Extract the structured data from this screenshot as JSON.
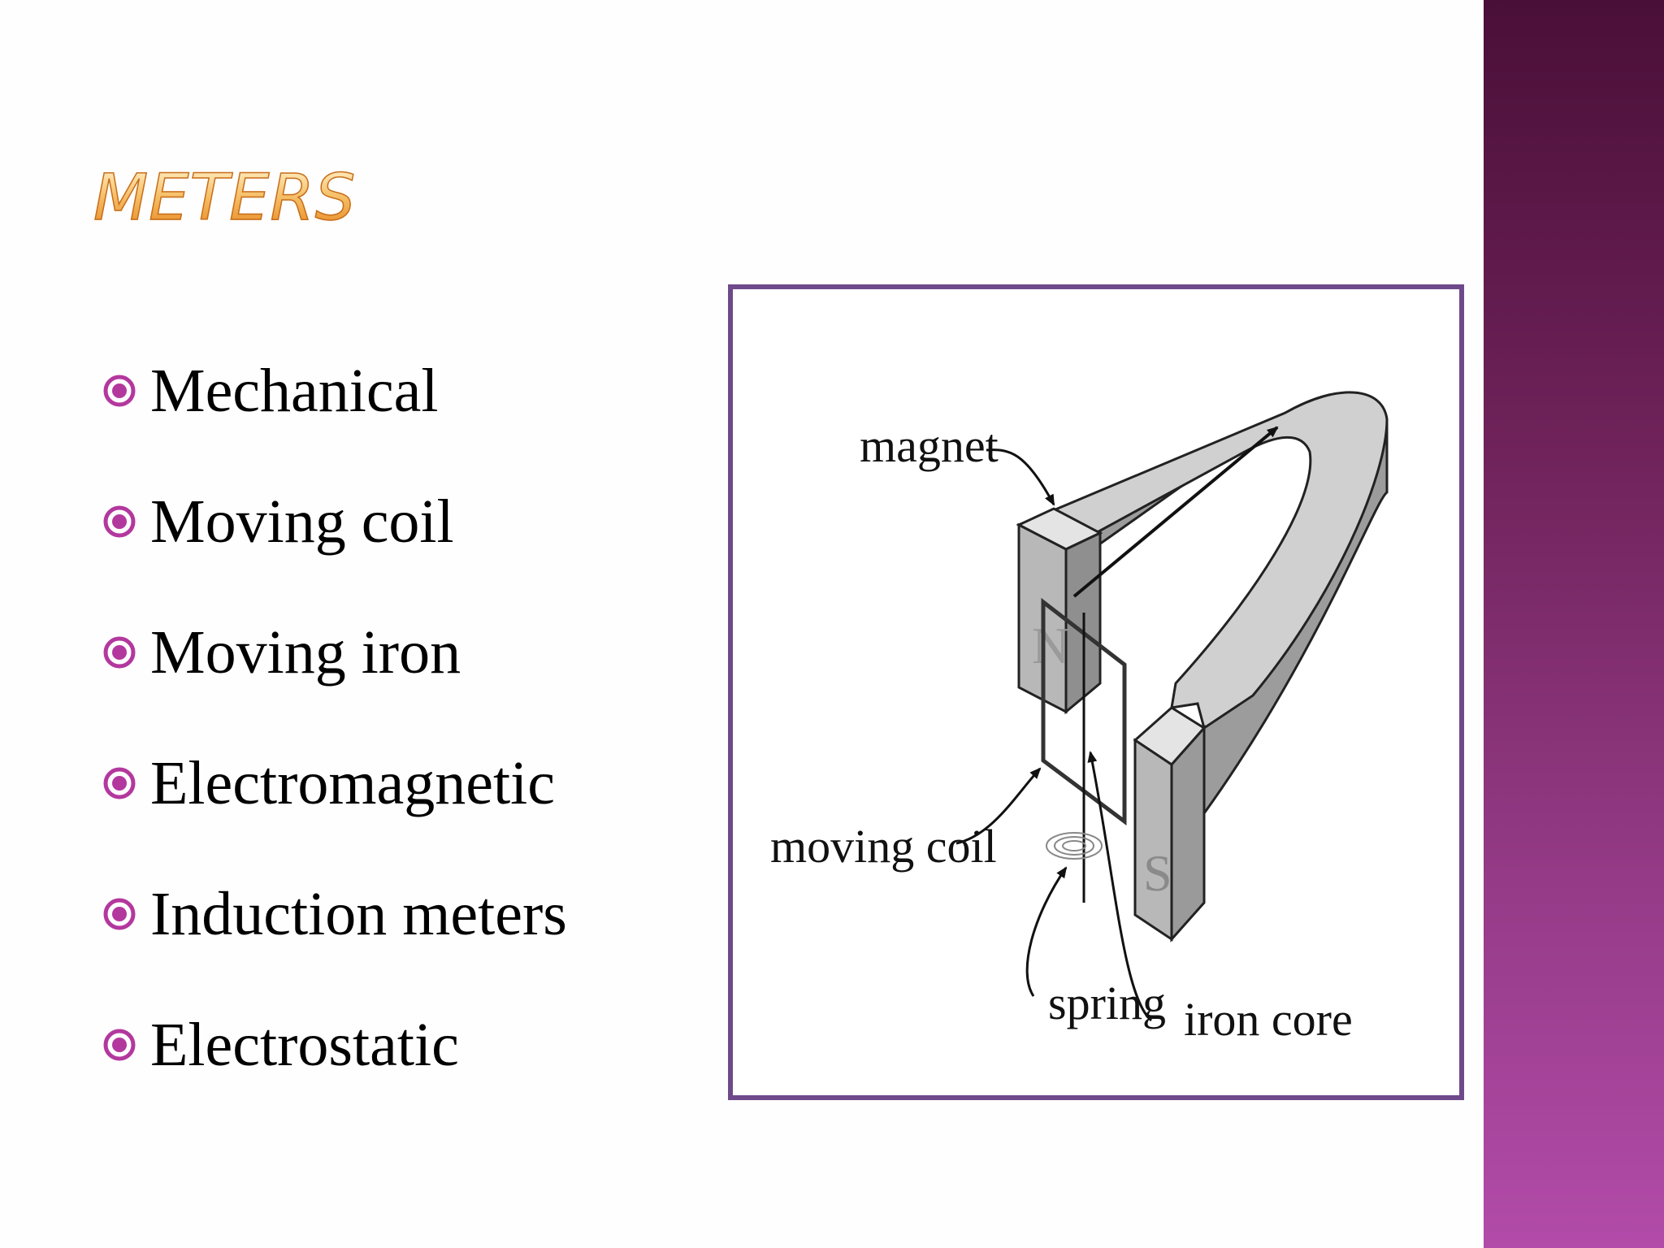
{
  "slide": {
    "title": "METERS",
    "bullets": [
      "Mechanical",
      "Moving coil",
      "Moving iron",
      "Electromagnetic",
      "Induction meters",
      "Electrostatic"
    ]
  },
  "diagram": {
    "labels": {
      "magnet": "magnet",
      "moving_coil": "moving coil",
      "spring": "spring",
      "iron_core": "iron core",
      "north_pole": "N",
      "south_pole": "S"
    }
  },
  "colors": {
    "title_gradient_top": "#fff0c6",
    "title_gradient_bottom": "#e88a22",
    "bullet_icon": "#b3389e",
    "figure_border": "#6e4a8a",
    "sidebar_top": "#4a0f38",
    "sidebar_bottom": "#b24ba9"
  },
  "icons": {
    "bullet": "circled-dot-icon"
  }
}
